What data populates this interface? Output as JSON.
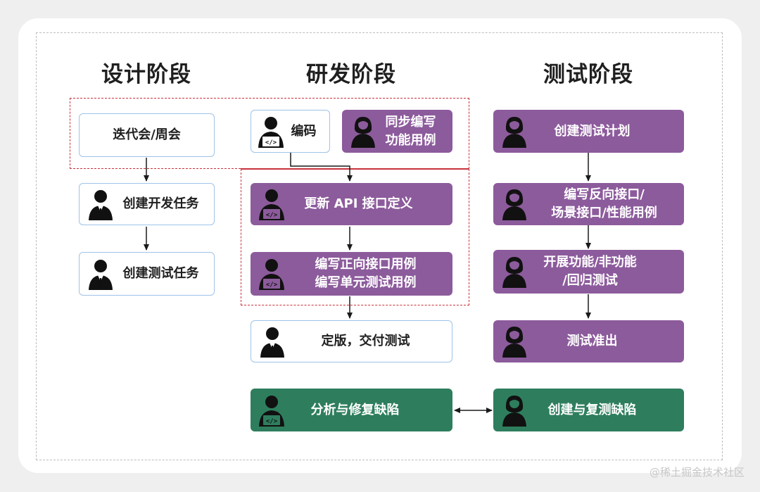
{
  "columns": {
    "design": "设计阶段",
    "dev": "研发阶段",
    "test": "测试阶段"
  },
  "design": {
    "iteration_meeting": "迭代会/周会",
    "create_dev_task": "创建开发任务",
    "create_test_task": "创建测试任务"
  },
  "dev": {
    "coding": "编码",
    "sync_write_cases": "同步编写\n功能用例",
    "update_api": "更新 API 接口定义",
    "write_cases": "编写正向接口用例\n编写单元测试用例",
    "finalize": "定版，交付测试",
    "fix_defects": "分析与修复缺陷"
  },
  "test": {
    "create_plan": "创建测试计划",
    "write_reverse": "编写反向接口/\n场景接口/性能用例",
    "run_tests": "开展功能/非功能\n/回归测试",
    "exit": "测试准出",
    "create_defects": "创建与复测缺陷"
  },
  "watermark": "@稀土掘金技术社区",
  "colors": {
    "purple": "#8c5b9c",
    "green": "#2e7e5e",
    "white_border": "#9fc3e9",
    "red_dash": "#c8313b"
  }
}
